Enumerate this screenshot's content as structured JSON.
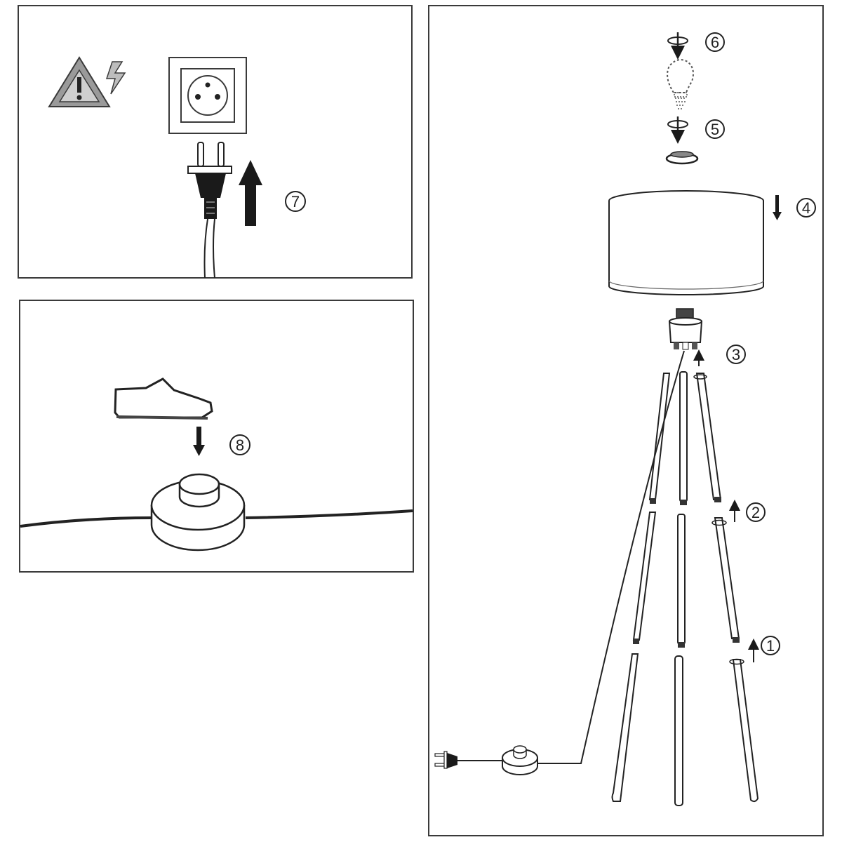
{
  "steps": {
    "s1": "1",
    "s2": "2",
    "s3": "3",
    "s4": "4",
    "s5": "5",
    "s6": "6",
    "s7": "7",
    "s8": "8"
  },
  "icons": {
    "warning": "electric-shock-warning-icon",
    "outlet": "wall-socket-icon",
    "plug": "power-plug-icon",
    "shoe": "shoe-icon",
    "foot_switch": "foot-switch-icon",
    "bulb": "light-bulb-icon",
    "lampshade": "lampshade-icon",
    "lamp_holder": "lamp-holder-icon"
  },
  "colors": {
    "line": "#1a1a1a",
    "fill_gray": "#c8c8c8"
  }
}
